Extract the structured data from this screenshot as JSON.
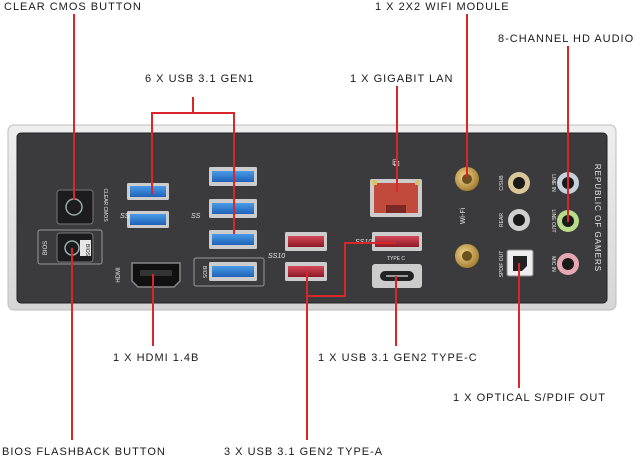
{
  "callouts": {
    "clear_cmos": "CLEAR CMOS BUTTON",
    "wifi": "1 X 2X2 WIFI MODULE",
    "hd_audio": "8-CHANNEL HD AUDIO",
    "usb31_gen1": "6 X USB 3.1 GEN1",
    "gigabit_lan": "1 X GIGABIT LAN",
    "hdmi": "1 X HDMI 1.4B",
    "usb_type_c": "1 X USB 3.1 GEN2 TYPE-C",
    "optical": "1 X OPTICAL S/PDIF OUT",
    "bios_flashback": "BIOS FLASHBACK BUTTON",
    "usb_type_a": "3 X USB 3.1 GEN2 TYPE-A"
  },
  "panel": {
    "clear_cmos_label": "CLEAR CMOS",
    "bios_label": "BIOS",
    "bios_badge": "BIOS",
    "hdmi_label": "HDMI",
    "bios_port_label": "BIOS",
    "ss_logo": "SS",
    "ss10_logo": "SS10",
    "wifi_label": "Wi-Fi",
    "csub_label": "C/SUB",
    "rear_label": "REAR",
    "spdif_label": "SPDIF OUT",
    "line_in_label": "LINE IN",
    "line_out_label": "LINE OUT",
    "mic_in_label": "MIC IN",
    "type_c_label": "TYPE C",
    "brand": "REPUBLIC OF GAMERS"
  },
  "colors": {
    "leader": "#d8262b",
    "panel": "#3b3b3d",
    "usb_blue": "#2f7fd6",
    "usb_red": "#b02a34",
    "gold": "#c9a24a"
  }
}
